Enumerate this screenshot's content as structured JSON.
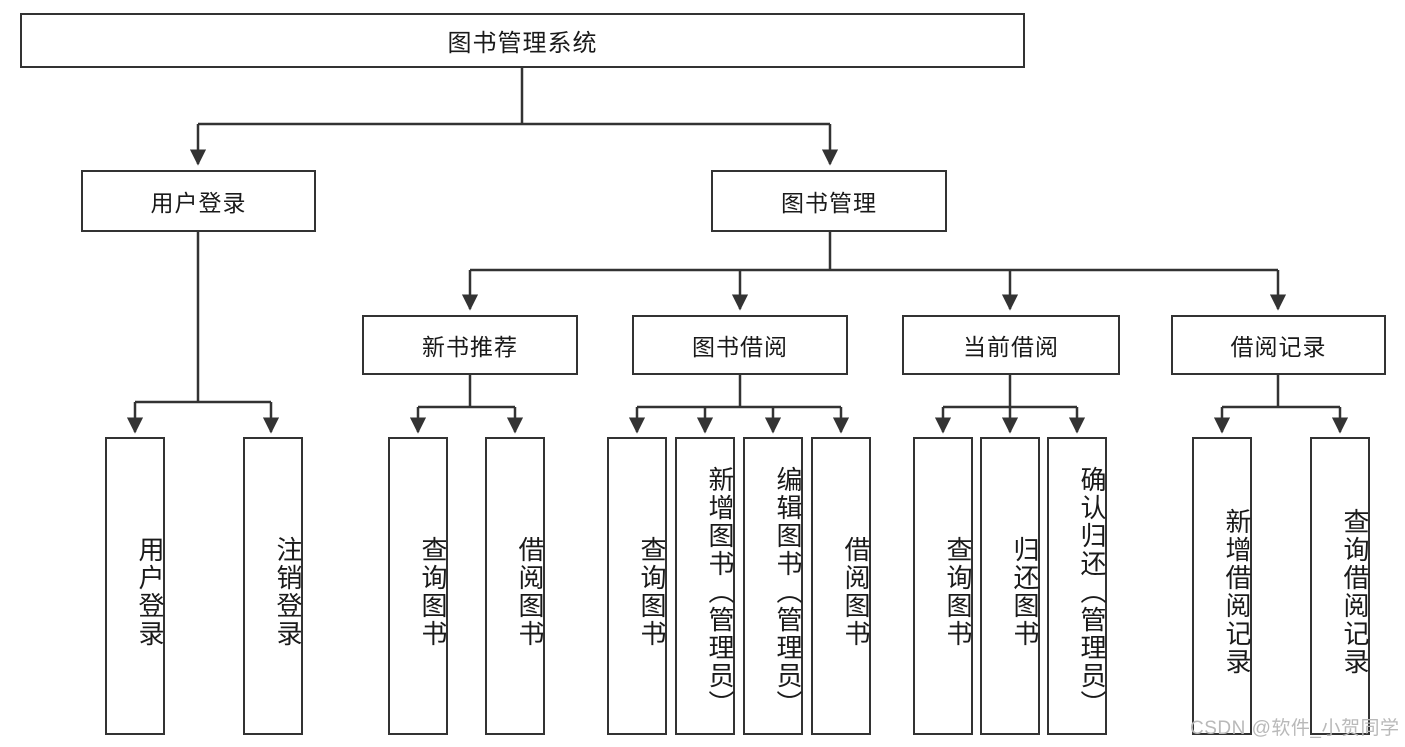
{
  "diagram": {
    "type": "hierarchy-tree",
    "title_node": {
      "label": "图书管理系统"
    },
    "level2": [
      {
        "id": "user-login",
        "label": "用户登录"
      },
      {
        "id": "book-management",
        "label": "图书管理"
      }
    ],
    "level3": [
      {
        "id": "new-book-recommend",
        "label": "新书推荐",
        "parent": "book-management"
      },
      {
        "id": "book-borrow",
        "label": "图书借阅",
        "parent": "book-management"
      },
      {
        "id": "current-borrow",
        "label": "当前借阅",
        "parent": "book-management"
      },
      {
        "id": "borrow-record",
        "label": "借阅记录",
        "parent": "book-management"
      }
    ],
    "leaves": [
      {
        "id": "leaf-user-login",
        "label": "用户登录",
        "parent": "user-login"
      },
      {
        "id": "leaf-logout-login",
        "label": "注销登录",
        "parent": "user-login"
      },
      {
        "id": "leaf-query-book-1",
        "label": "查询图书",
        "parent": "new-book-recommend"
      },
      {
        "id": "leaf-borrow-book-1",
        "label": "借阅图书",
        "parent": "new-book-recommend"
      },
      {
        "id": "leaf-query-book-2",
        "label": "查询图书",
        "parent": "book-borrow"
      },
      {
        "id": "leaf-add-book",
        "label": "新增图书（管理员）",
        "parent": "book-borrow"
      },
      {
        "id": "leaf-edit-book",
        "label": "编辑图书（管理员）",
        "parent": "book-borrow"
      },
      {
        "id": "leaf-borrow-book-2",
        "label": "借阅图书",
        "parent": "book-borrow"
      },
      {
        "id": "leaf-query-book-3",
        "label": "查询图书",
        "parent": "current-borrow"
      },
      {
        "id": "leaf-return-book",
        "label": "归还图书",
        "parent": "current-borrow"
      },
      {
        "id": "leaf-confirm-return",
        "label": "确认归还（管理员）",
        "parent": "current-borrow"
      },
      {
        "id": "leaf-add-record",
        "label": "新增借阅记录",
        "parent": "borrow-record"
      },
      {
        "id": "leaf-query-record",
        "label": "查询借阅记录",
        "parent": "borrow-record"
      }
    ]
  },
  "watermark": {
    "text": "CSDN @软件_小贺同学"
  },
  "colors": {
    "stroke": "#333333",
    "background": "#ffffff",
    "text": "#1a1a1a",
    "watermark": "#b9b9b9"
  }
}
